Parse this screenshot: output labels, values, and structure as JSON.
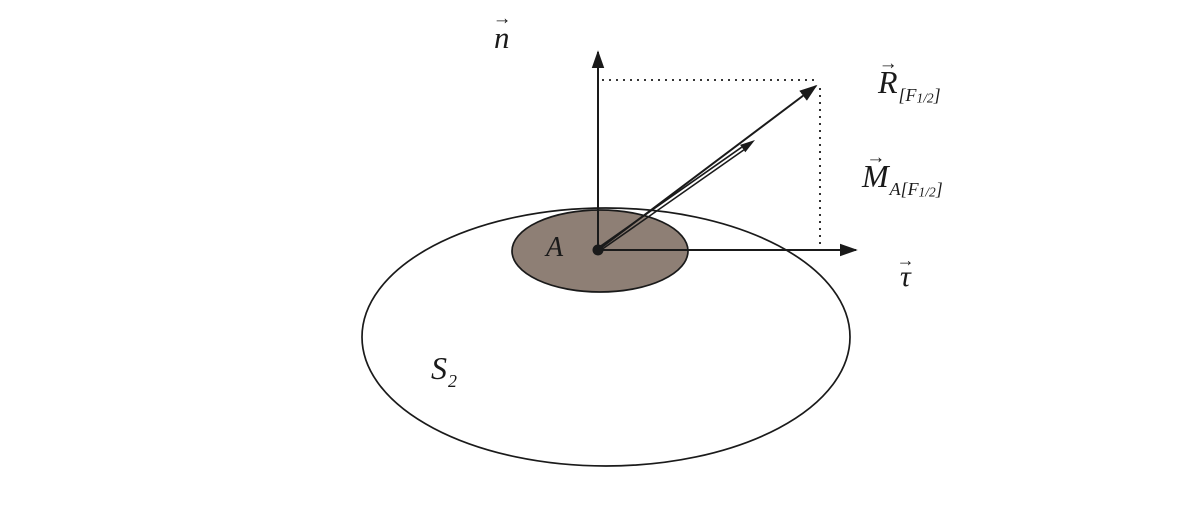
{
  "figure": {
    "type": "vector-diagram",
    "colors": {
      "background": "#ffffff",
      "line": "#1a1a1a",
      "contact_area_fill": "#8e7f75"
    },
    "labels": {
      "normal": {
        "arrow": "→",
        "letter": "n"
      },
      "tangent": {
        "arrow": "→",
        "letter": "τ"
      },
      "resultant": {
        "arrow": "→",
        "letter": "R",
        "sub_open": "[",
        "sub_symbol": "F",
        "sub_fraction": "1/2",
        "sub_close": "]"
      },
      "moment": {
        "arrow": "→",
        "letter": "M",
        "sub_point": "A",
        "sub_open": "[",
        "sub_symbol": "F",
        "sub_fraction": "1/2",
        "sub_close": "]"
      },
      "contact_area": {
        "letter": "A"
      },
      "surface": {
        "letter": "S",
        "subscript": "2"
      }
    }
  }
}
